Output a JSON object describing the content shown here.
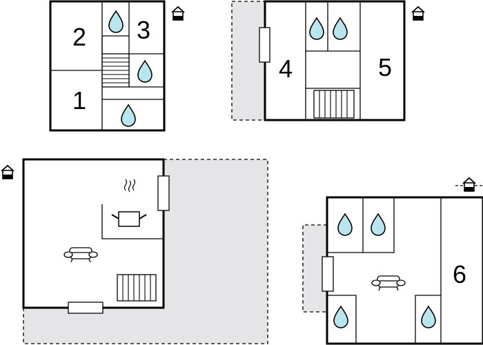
{
  "plans": [
    {
      "id": "top-left",
      "rooms": [
        "2",
        "3",
        "1"
      ]
    },
    {
      "id": "top-right",
      "rooms": [
        "4",
        "5"
      ]
    },
    {
      "id": "bottom-left",
      "rooms": []
    },
    {
      "id": "bottom-right",
      "rooms": [
        "6"
      ]
    }
  ],
  "icons": {
    "drop": "water-drop-icon",
    "house": "house-icon",
    "sofa": "sofa-icon",
    "pot": "cooking-pot-icon",
    "radiator": "radiator-icon",
    "stairs": "stairs-icon",
    "window": "window-icon"
  },
  "colors": {
    "wall": "#000000",
    "outdoor": "#e5e5e8",
    "water": "#b8e6ee",
    "background": "#ffffff"
  }
}
